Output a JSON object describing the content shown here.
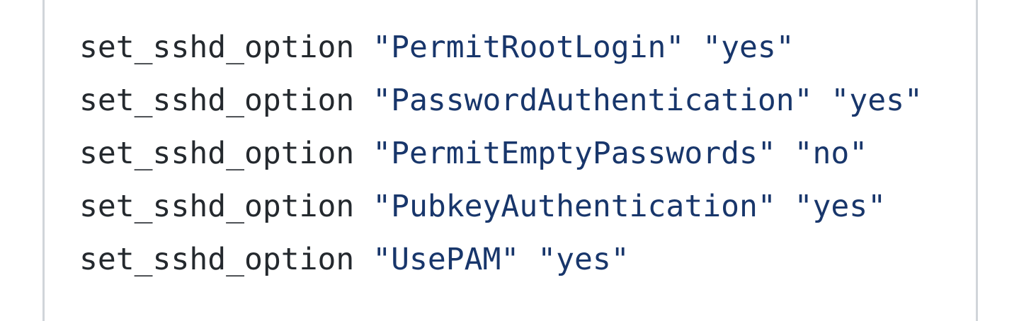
{
  "code_block": {
    "border_color": "#d1d5da",
    "command_color": "#24292e",
    "string_color": "#18366b",
    "lines": [
      {
        "command": "set_sshd_option",
        "args": " \"PermitRootLogin\" \"yes\""
      },
      {
        "command": "set_sshd_option",
        "args": " \"PasswordAuthentication\" \"yes\""
      },
      {
        "command": "set_sshd_option",
        "args": " \"PermitEmptyPasswords\" \"no\""
      },
      {
        "command": "set_sshd_option",
        "args": " \"PubkeyAuthentication\" \"yes\""
      },
      {
        "command": "set_sshd_option",
        "args": " \"UsePAM\" \"yes\""
      }
    ]
  }
}
